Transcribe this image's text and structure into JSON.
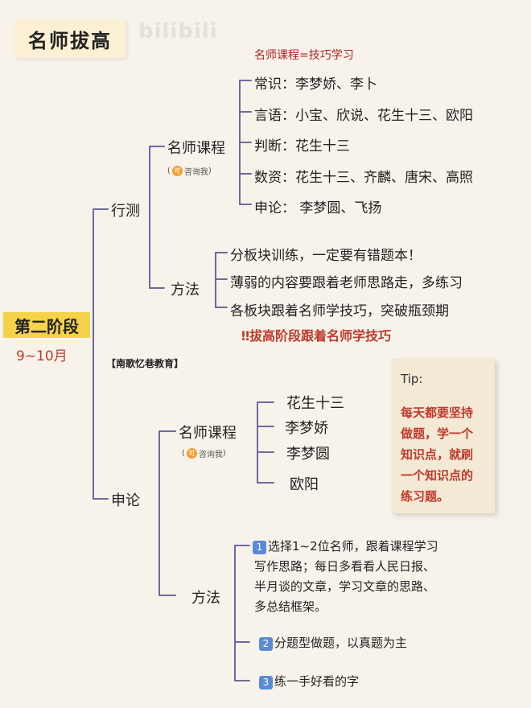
{
  "title": "名师拔高",
  "watermark": "bilibili",
  "stage": {
    "label": "第二阶段",
    "months": "9~10月"
  },
  "brand": "【南歌忆巷教育】",
  "xingce": {
    "label": "行测",
    "course": {
      "label": "名师课程",
      "consult": "咨询我",
      "note": "名师课程=技巧学习",
      "items": [
        "常识：李梦娇、李卜",
        "言语：小宝、欣说、花生十三、欧阳",
        "判断：花生十三",
        "数资：花生十三、齐麟、唐宋、高照",
        "申论：        李梦圆、飞扬"
      ]
    },
    "method": {
      "label": "方法",
      "items": [
        "分板块训练，一定要有错题本！",
        "薄弱的内容要跟着老师思路走，多练习",
        "各板块跟着名师学技巧，突破瓶颈期"
      ],
      "warning": "‼拔高阶段跟着名师学技巧"
    }
  },
  "shenlun": {
    "label": "申论",
    "course": {
      "label": "名师课程",
      "consult": "咨询我",
      "items": [
        "花生十三",
        "李梦娇",
        "李梦圆",
        "欧阳"
      ]
    },
    "method": {
      "label": "方法",
      "steps": [
        {
          "num": "1",
          "lines": [
            "选择1~2位名师，跟着课程学习",
            "写作思路；每日多看看人民日报、",
            "半月谈的文章，学习文章的思路、",
            "多总结框架。"
          ]
        },
        {
          "num": "2",
          "lines": [
            "分题型做题，以真题为主"
          ]
        },
        {
          "num": "3",
          "lines": [
            "练一手好看的字"
          ]
        }
      ]
    }
  },
  "tip": {
    "label": "Tip:",
    "lines": [
      "每天都要坚持",
      "做题，学一个",
      "知识点，就刷",
      "一个知识点的",
      "练习题。"
    ]
  }
}
